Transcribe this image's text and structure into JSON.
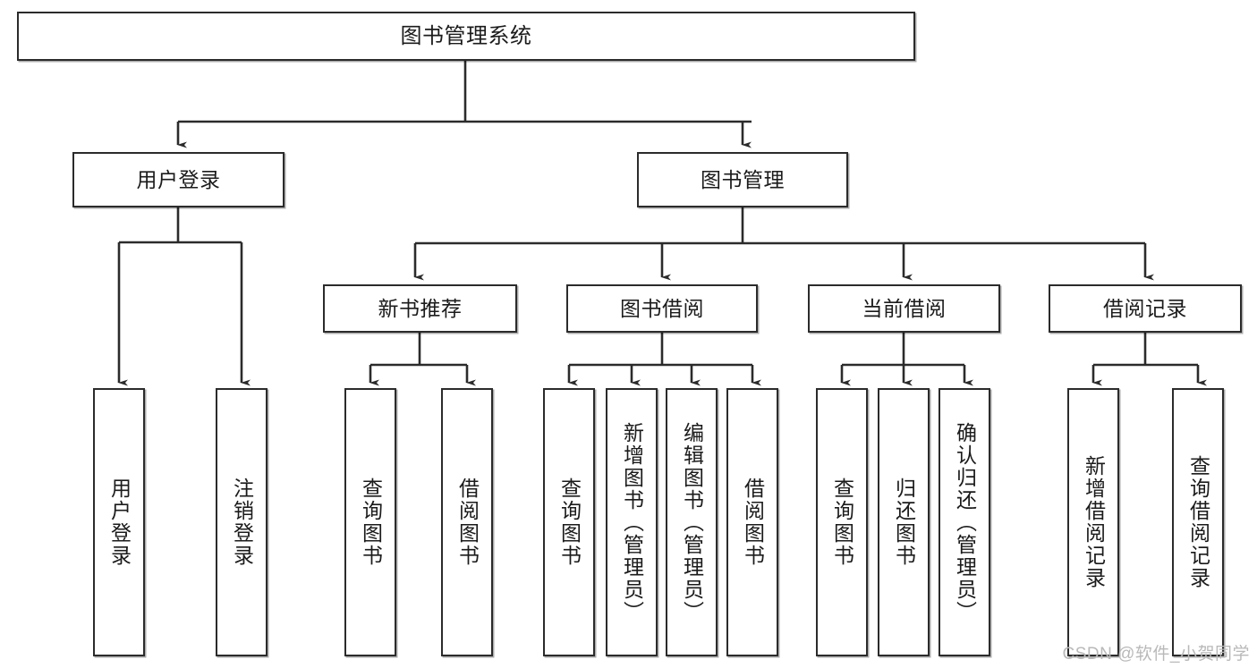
{
  "diagram": {
    "title": "图书管理系统",
    "type": "tree",
    "root": {
      "id": "root",
      "label": "图书管理系统",
      "orientation": "horizontal"
    },
    "level2": [
      {
        "id": "user-login",
        "label": "用户登录",
        "orientation": "horizontal"
      },
      {
        "id": "book-management",
        "label": "图书管理",
        "orientation": "horizontal"
      }
    ],
    "level3": [
      {
        "id": "new-book-recommend",
        "label": "新书推荐",
        "orientation": "horizontal",
        "parent": "book-management"
      },
      {
        "id": "book-borrow",
        "label": "图书借阅",
        "orientation": "horizontal",
        "parent": "book-management"
      },
      {
        "id": "current-borrow",
        "label": "当前借阅",
        "orientation": "horizontal",
        "parent": "book-management"
      },
      {
        "id": "borrow-record",
        "label": "借阅记录",
        "orientation": "horizontal",
        "parent": "book-management"
      }
    ],
    "leaves": [
      {
        "id": "leaf-user-login",
        "label": "用户登录",
        "orientation": "vertical",
        "parent": "user-login"
      },
      {
        "id": "leaf-user-logout",
        "label": "注销登录",
        "orientation": "vertical",
        "parent": "user-login"
      },
      {
        "id": "leaf-query-book-1",
        "label": "查询图书",
        "orientation": "vertical",
        "parent": "new-book-recommend"
      },
      {
        "id": "leaf-borrow-book-1",
        "label": "借阅图书",
        "orientation": "vertical",
        "parent": "new-book-recommend"
      },
      {
        "id": "leaf-query-book-2",
        "label": "查询图书",
        "orientation": "vertical",
        "parent": "book-borrow"
      },
      {
        "id": "leaf-add-book",
        "label": "新增图书（管理员）",
        "orientation": "vertical",
        "parent": "book-borrow"
      },
      {
        "id": "leaf-edit-book",
        "label": "编辑图书（管理员）",
        "orientation": "vertical",
        "parent": "book-borrow"
      },
      {
        "id": "leaf-borrow-book-2",
        "label": "借阅图书",
        "orientation": "vertical",
        "parent": "book-borrow"
      },
      {
        "id": "leaf-query-book-3",
        "label": "查询图书",
        "orientation": "vertical",
        "parent": "current-borrow"
      },
      {
        "id": "leaf-return-book",
        "label": "归还图书",
        "orientation": "vertical",
        "parent": "current-borrow"
      },
      {
        "id": "leaf-confirm-return",
        "label": "确认归还（管理员）",
        "orientation": "vertical",
        "parent": "current-borrow"
      },
      {
        "id": "leaf-add-record",
        "label": "新增借阅记录",
        "orientation": "vertical",
        "parent": "borrow-record"
      },
      {
        "id": "leaf-query-record",
        "label": "查询借阅记录",
        "orientation": "vertical",
        "parent": "borrow-record"
      }
    ],
    "colors": {
      "box_border": "#2b2b2b",
      "box_fill": "#ffffff",
      "connector": "#2b2b2b",
      "text": "#1b1b1b",
      "background": "#ffffff",
      "watermark": "#b9b9b9"
    }
  },
  "watermark": {
    "text": "CSDN @软件_小贺同学"
  }
}
